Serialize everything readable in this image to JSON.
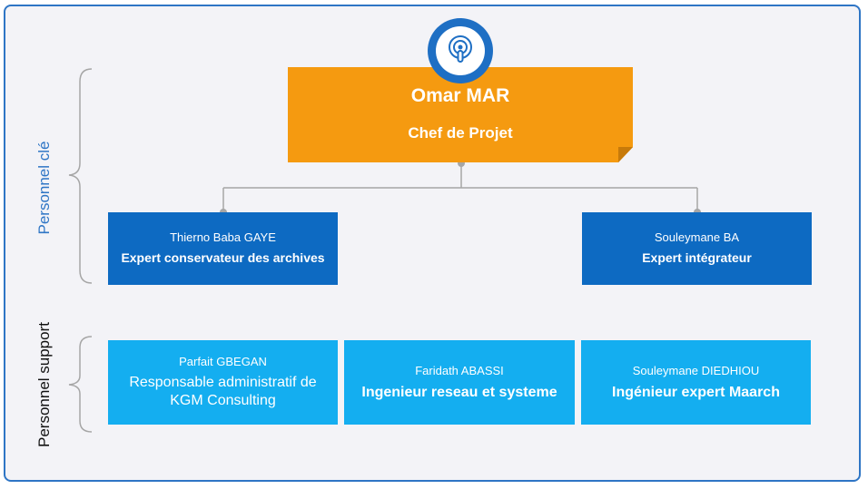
{
  "sections": {
    "key_personnel": "Personnel clé",
    "support_personnel": "Personnel support"
  },
  "chief": {
    "name": "Omar MAR",
    "role": "Chef de Projet"
  },
  "key_members": [
    {
      "name": "Thierno Baba GAYE",
      "role": "Expert conservateur des archives"
    },
    {
      "name": "Souleymane BA",
      "role": "Expert intégrateur"
    }
  ],
  "support_members": [
    {
      "name": "Parfait GBEGAN",
      "role": "Responsable administratif de KGM Consulting"
    },
    {
      "name": "Faridath ABASSI",
      "role": "Ingenieur reseau et systeme"
    },
    {
      "name": "Souleymane DIEDHIOU",
      "role": "Ingénieur expert Maarch"
    }
  ],
  "colors": {
    "frame_border": "#2e75c5",
    "chief_fill": "#f59a10",
    "key_box_fill": "#0d6ac2",
    "support_box_fill": "#14aef0",
    "connector": "#a6a6a6"
  },
  "icons": {
    "chief_badge": "podcast-icon"
  }
}
